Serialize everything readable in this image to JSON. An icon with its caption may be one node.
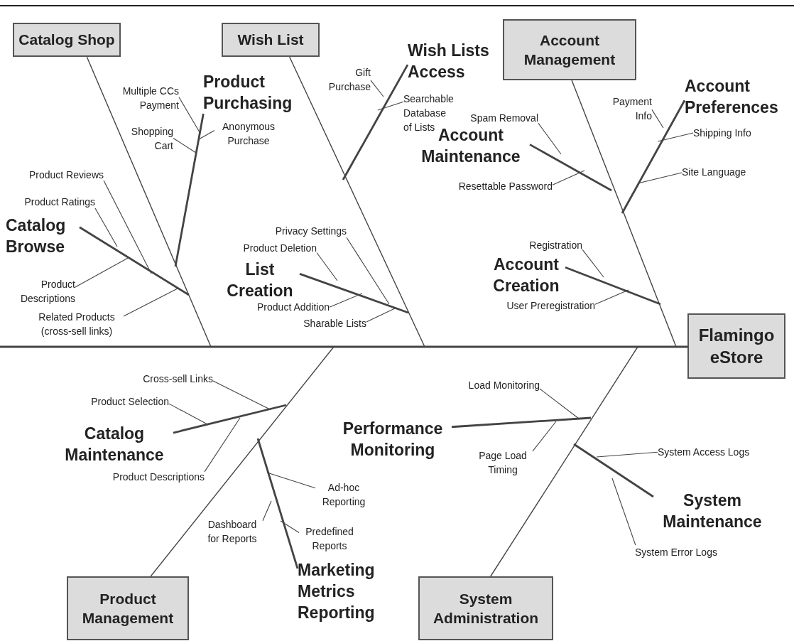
{
  "diagram": {
    "nodes": [
      {
        "text": [
          "Catalog Shop"
        ]
      },
      {
        "text": [
          "Product Purchasing"
        ]
      },
      {
        "text": [
          "Multiple CCs Payment"
        ]
      },
      {
        "text": [
          "Shopping Cart"
        ]
      },
      {
        "text": [
          "Anonymous Purchase"
        ]
      },
      {
        "text": [
          "Catalog Browse"
        ]
      },
      {
        "text": [
          "Product Reviews"
        ]
      },
      {
        "text": [
          "Product Ratings"
        ]
      },
      {
        "text": [
          "Product Descriptions"
        ]
      },
      {
        "text": [
          "Related Products (cross-sell links)"
        ]
      },
      {
        "text": [
          "Wish List"
        ]
      },
      {
        "text": [
          "Wish Lists Access"
        ]
      },
      {
        "text": [
          "Gift Purchase"
        ]
      },
      {
        "text": [
          "Searchable Database of Lists"
        ]
      },
      {
        "text": [
          "List Creation"
        ]
      },
      {
        "text": [
          "Privacy Settings"
        ]
      },
      {
        "text": [
          "Product Deletion"
        ]
      },
      {
        "text": [
          "Product Addition"
        ]
      },
      {
        "text": [
          "Sharable Lists"
        ]
      },
      {
        "text": [
          "Account Management"
        ]
      },
      {
        "text": [
          "Account Preferences"
        ]
      },
      {
        "text": [
          "Payment Info"
        ]
      },
      {
        "text": [
          "Shipping Info"
        ]
      },
      {
        "text": [
          "Site Language"
        ]
      },
      {
        "text": [
          "Account Maintenance"
        ]
      },
      {
        "text": [
          "Spam Removal"
        ]
      },
      {
        "text": [
          "Resettable Password"
        ]
      },
      {
        "text": [
          "Account Creation"
        ]
      },
      {
        "text": [
          "Registration"
        ]
      },
      {
        "text": [
          "User Preregistration"
        ]
      },
      {
        "text": [
          "Product Management"
        ]
      },
      {
        "text": [
          "Catalog Maintenance"
        ]
      },
      {
        "text": [
          "Cross-sell Links"
        ]
      },
      {
        "text": [
          "Product Selection"
        ]
      },
      {
        "text": [
          "Product Descriptions"
        ]
      },
      {
        "text": [
          "Marketing Metrics Reporting"
        ]
      },
      {
        "text": [
          "Ad-hoc Reporting"
        ]
      },
      {
        "text": [
          "Dashboard for Reports"
        ]
      },
      {
        "text": [
          "Predefined Reports"
        ]
      },
      {
        "text": [
          "System Administration"
        ]
      },
      {
        "text": [
          "Performance Monitoring"
        ]
      },
      {
        "text": [
          "Load Monitoring"
        ]
      },
      {
        "text": [
          "Page Load Timing"
        ]
      },
      {
        "text": [
          "System Maintenance"
        ]
      },
      {
        "text": [
          "System Access Logs"
        ]
      },
      {
        "text": [
          "System Error Logs"
        ]
      },
      {
        "text": [
          "Flamingo eStore"
        ]
      }
    ],
    "edges": [
      {
        "from": 0,
        "to": null,
        "arrow": "none"
      },
      {
        "from": 1,
        "to": null,
        "arrow": "none",
        "style": "thick"
      },
      {
        "from": 2,
        "to": null,
        "arrow": "none"
      },
      {
        "from": 3,
        "to": null,
        "arrow": "none"
      },
      {
        "from": 4,
        "to": null,
        "arrow": "none"
      },
      {
        "from": 5,
        "to": null,
        "arrow": "none",
        "style": "thick"
      },
      {
        "from": 6,
        "to": null,
        "arrow": "none"
      },
      {
        "from": 7,
        "to": null,
        "arrow": "none"
      },
      {
        "from": 8,
        "to": null,
        "arrow": "none"
      },
      {
        "from": 9,
        "to": null,
        "arrow": "none"
      },
      {
        "from": 10,
        "to": null,
        "arrow": "none"
      },
      {
        "from": 11,
        "to": null,
        "arrow": "none",
        "style": "thick"
      },
      {
        "from": 12,
        "to": null,
        "arrow": "none"
      },
      {
        "from": 13,
        "to": null,
        "arrow": "none"
      },
      {
        "from": 14,
        "to": null,
        "arrow": "none",
        "style": "thick"
      },
      {
        "from": 15,
        "to": null,
        "arrow": "none"
      },
      {
        "from": 16,
        "to": null,
        "arrow": "none"
      },
      {
        "from": 17,
        "to": null,
        "arrow": "none"
      },
      {
        "from": 18,
        "to": null,
        "arrow": "none"
      },
      {
        "from": 19,
        "to": null,
        "arrow": "none"
      },
      {
        "from": 20,
        "to": null,
        "arrow": "none",
        "style": "thick"
      },
      {
        "from": 21,
        "to": null,
        "arrow": "none"
      },
      {
        "from": 22,
        "to": null,
        "arrow": "none"
      },
      {
        "from": 23,
        "to": null,
        "arrow": "none"
      },
      {
        "from": 24,
        "to": null,
        "arrow": "none",
        "style": "thick"
      },
      {
        "from": 25,
        "to": null,
        "arrow": "none"
      },
      {
        "from": 26,
        "to": null,
        "arrow": "none"
      },
      {
        "from": 27,
        "to": null,
        "arrow": "none",
        "style": "thick"
      },
      {
        "from": 28,
        "to": null,
        "arrow": "none"
      },
      {
        "from": 29,
        "to": null,
        "arrow": "none"
      },
      {
        "from": 30,
        "to": null,
        "arrow": "none"
      },
      {
        "from": 31,
        "to": null,
        "arrow": "none",
        "style": "thick"
      },
      {
        "from": 32,
        "to": null,
        "arrow": "none"
      },
      {
        "from": 33,
        "to": null,
        "arrow": "none"
      },
      {
        "from": 34,
        "to": null,
        "arrow": "none"
      },
      {
        "from": 35,
        "to": null,
        "arrow": "none",
        "style": "thick"
      },
      {
        "from": 36,
        "to": null,
        "arrow": "none"
      },
      {
        "from": 37,
        "to": null,
        "arrow": "none"
      },
      {
        "from": 38,
        "to": null,
        "arrow": "none"
      },
      {
        "from": 39,
        "to": null,
        "arrow": "none"
      },
      {
        "from": 40,
        "to": null,
        "arrow": "none",
        "style": "thick"
      },
      {
        "from": 41,
        "to": null,
        "arrow": "none"
      },
      {
        "from": 42,
        "to": null,
        "arrow": "none"
      },
      {
        "from": 43,
        "to": null,
        "arrow": "none",
        "style": "thick"
      },
      {
        "from": 44,
        "to": null,
        "arrow": "none"
      },
      {
        "from": 45,
        "to": null,
        "arrow": "none"
      },
      {
        "from": null,
        "to": 46,
        "arrow": "none",
        "style": "thick"
      }
    ]
  }
}
